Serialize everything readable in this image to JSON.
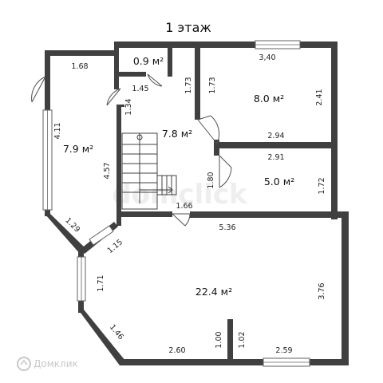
{
  "title": "1 этаж",
  "rooms": [
    {
      "id": "wc",
      "area": "0.9 м²"
    },
    {
      "id": "left",
      "area": "7.9 м²"
    },
    {
      "id": "hall",
      "area": "7.8 м²"
    },
    {
      "id": "top-right",
      "area": "8.0 м²"
    },
    {
      "id": "mid-right",
      "area": "5.0 м²"
    },
    {
      "id": "main",
      "area": "22.4 м²"
    }
  ],
  "dimensions": [
    "1.68",
    "1.45",
    "1.34",
    "1.73",
    "1.73",
    "3,40",
    "2.41",
    "4.11",
    "4.57",
    "2.94",
    "2.91",
    "1.80",
    "1.72",
    "1.66",
    "1.29",
    "1.15",
    "5.36",
    "1.71",
    "3.76",
    "1.46",
    "1.00",
    "1.02",
    "2.60",
    "2.59"
  ],
  "logo": {
    "text": "Домклик",
    "icon": "domclick-logo-icon"
  },
  "watermark": "domclick"
}
